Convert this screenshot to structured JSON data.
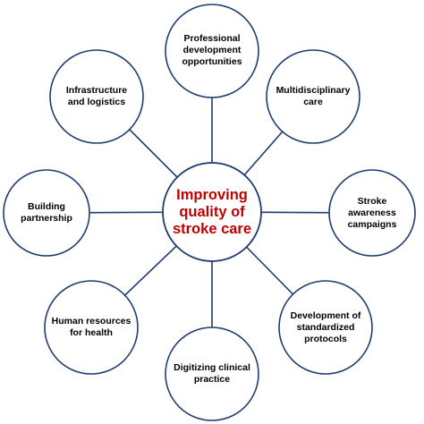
{
  "center": {
    "label": "Improving\nquality of\nstroke care",
    "text_color": "#c00000"
  },
  "nodes": [
    {
      "label": "Professional\ndevelopment\nopportunities"
    },
    {
      "label": "Multidisciplinary\ncare"
    },
    {
      "label": "Stroke\nawareness\ncampaigns"
    },
    {
      "label": "Development of\nstandardized\nprotocols"
    },
    {
      "label": "Digitizing clinical\npractice"
    },
    {
      "label": "Human resources\nfor health"
    },
    {
      "label": "Building\npartnership"
    },
    {
      "label": "Infrastructure\nand logistics"
    }
  ],
  "colors": {
    "outline": "#1f3c6e",
    "text": "#000000",
    "background": "#ffffff"
  }
}
